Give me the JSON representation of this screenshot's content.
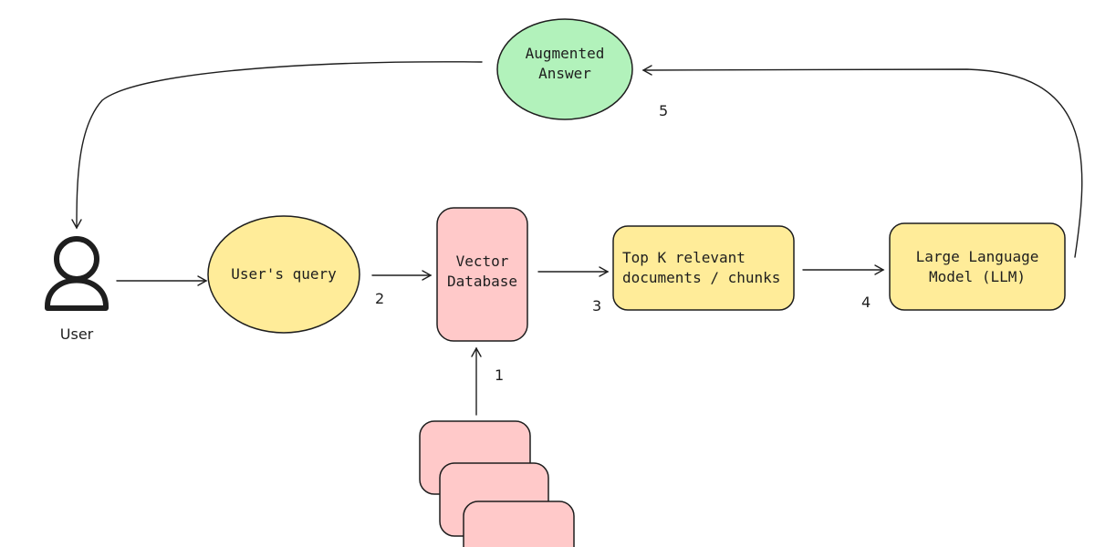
{
  "nodes": {
    "augmented_answer": "Augmented\nAnswer",
    "users_query": "User's query",
    "vector_database": "Vector\nDatabase",
    "top_k": "Top K relevant\ndocuments / chunks",
    "llm": "Large Language\nModel (LLM)",
    "user": "User"
  },
  "steps": {
    "s1": "1",
    "s2": "2",
    "s3": "3",
    "s4": "4",
    "s5": "5"
  },
  "colors": {
    "green": "#b2f2bb",
    "yellow": "#ffec99",
    "pink": "#ffc9c9",
    "stroke": "#1e1e1e"
  }
}
